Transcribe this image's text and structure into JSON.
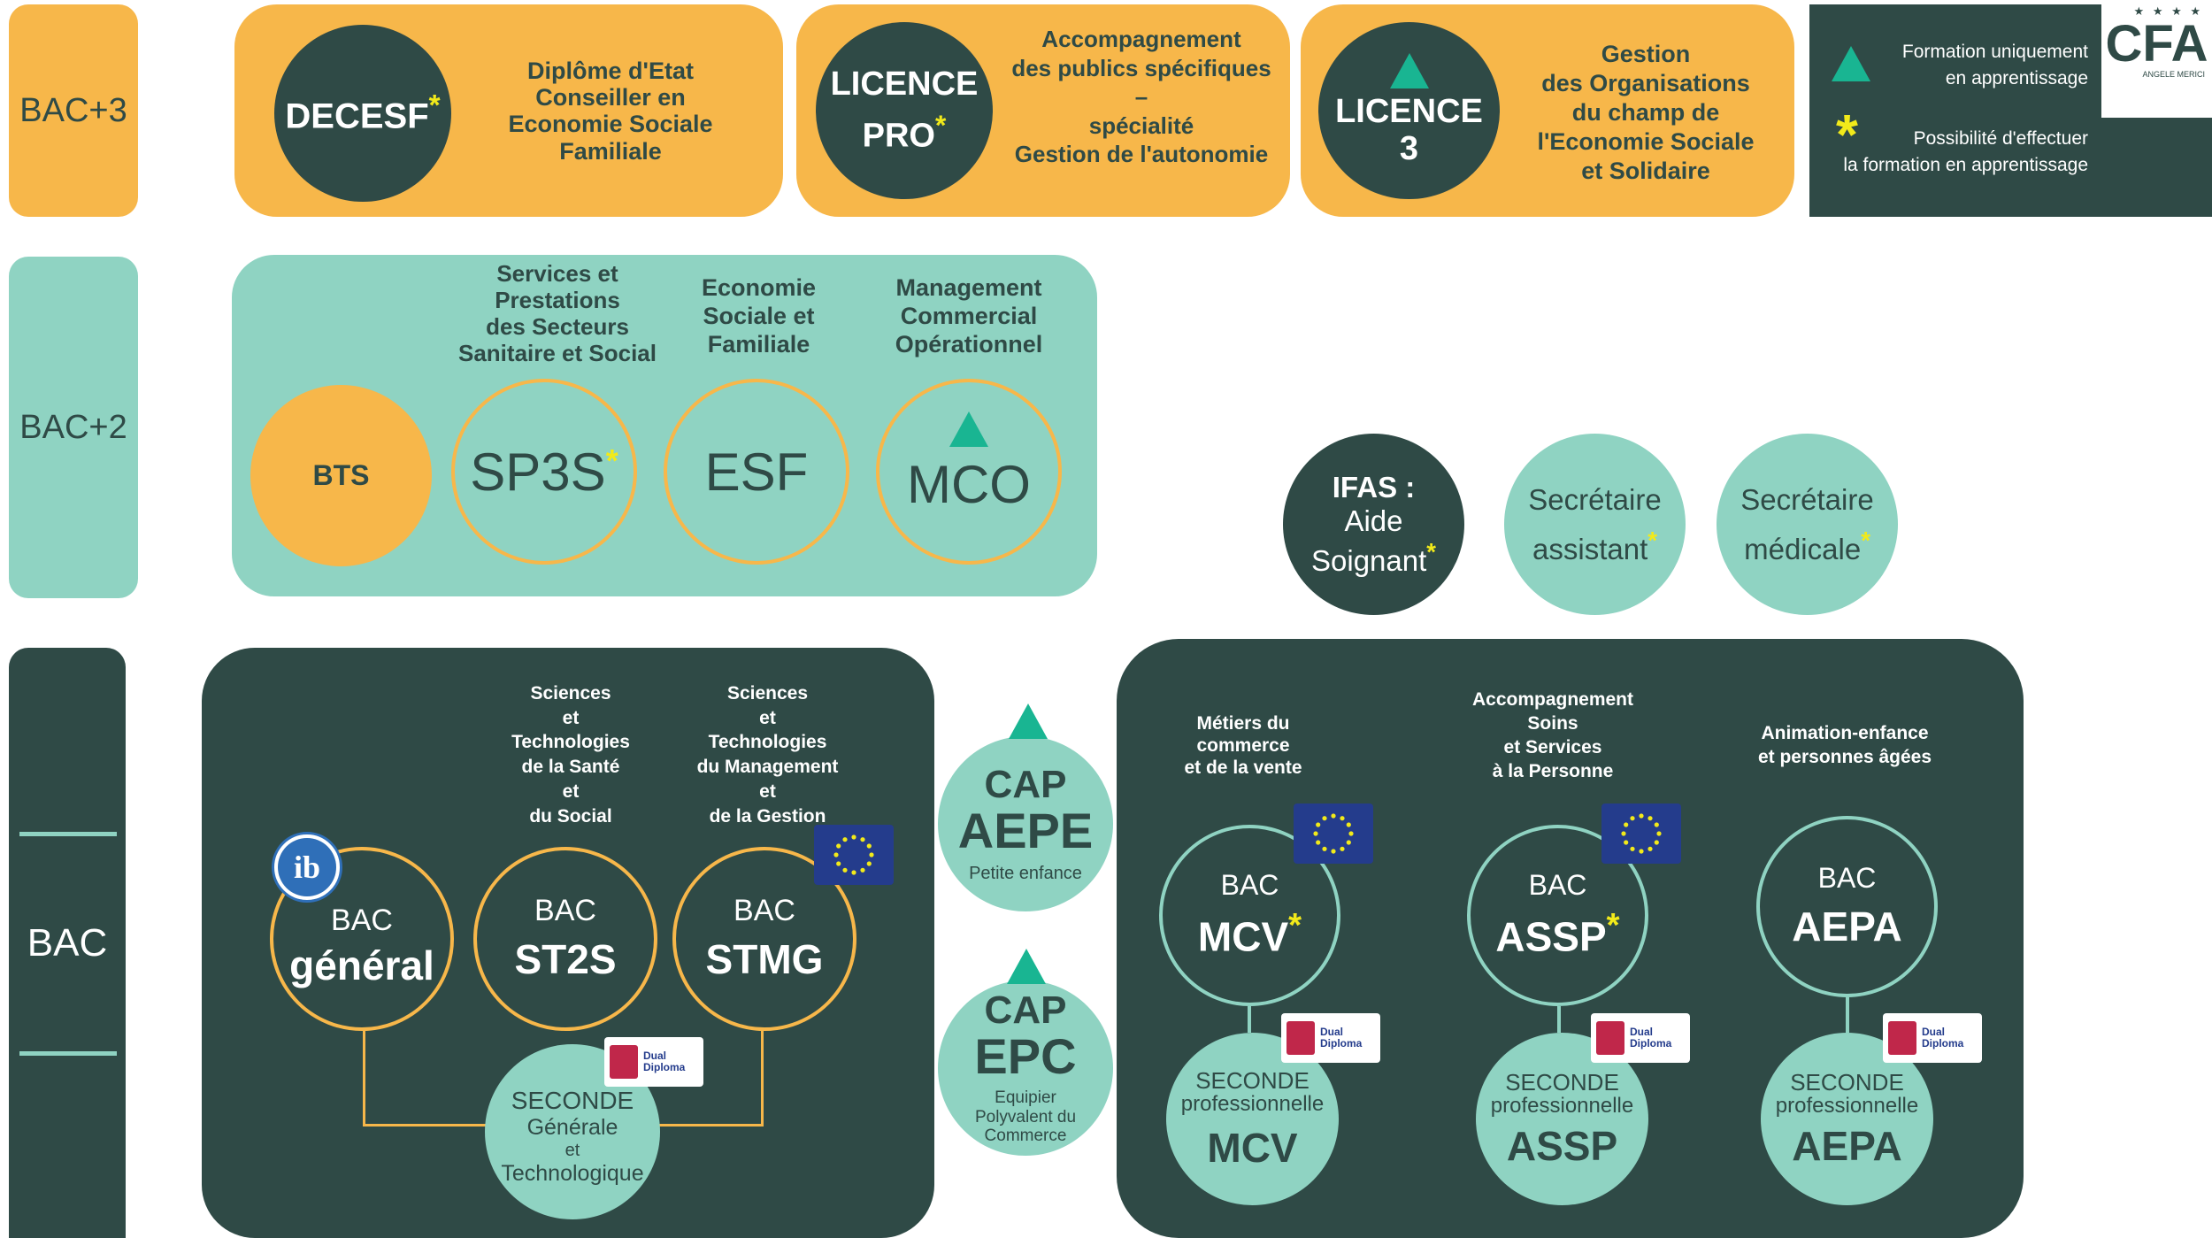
{
  "levels": {
    "bac3": "BAC+3",
    "bac2": "BAC+2",
    "bac": "BAC"
  },
  "bac3": {
    "decesf": {
      "name": "DECESF",
      "desc": [
        "Diplôme d'Etat",
        "Conseiller en",
        "Economie Sociale",
        "Familiale"
      ]
    },
    "licence_pro": {
      "line1": "LICENCE",
      "line2": "PRO",
      "desc": [
        "Accompagnement",
        "des publics spécifiques",
        "–",
        "spécialité",
        "Gestion de l'autonomie"
      ]
    },
    "licence3": {
      "line1": "LICENCE",
      "line2": "3",
      "desc": [
        "Gestion",
        "des Organisations",
        "du champ de",
        "l'Economie Sociale",
        "et Solidaire"
      ]
    }
  },
  "legend": {
    "triangle_text": [
      "Formation uniquement",
      "en apprentissage"
    ],
    "star_text": [
      "Possibilité d'effectuer",
      "la formation en apprentissage"
    ],
    "cfa_logo": "CFA",
    "cfa_sub": "ANGELE MERICI"
  },
  "bac2": {
    "bts": "BTS",
    "sp3s": {
      "name": "SP3S",
      "desc": [
        "Services et",
        "Prestations",
        "des Secteurs",
        "Sanitaire et Social"
      ]
    },
    "esf": {
      "name": "ESF",
      "desc": [
        "Economie",
        "Sociale et",
        "Familiale"
      ]
    },
    "mco": {
      "name": "MCO",
      "desc": [
        "Management",
        "Commercial",
        "Opérationnel"
      ]
    }
  },
  "mid": {
    "ifas": [
      "IFAS :",
      "Aide",
      "Soignant"
    ],
    "sec_assistant": [
      "Secrétaire",
      "assistant"
    ],
    "sec_medicale": [
      "Secrétaire",
      "médicale"
    ]
  },
  "star_symbol": "*",
  "bac_general": {
    "ib": "ib",
    "general": {
      "top": "BAC",
      "name": "général"
    },
    "st2s": {
      "top": "BAC",
      "name": "ST2S",
      "desc": [
        "Sciences",
        "et",
        "Technologies",
        "de la Santé",
        "et",
        "du Social"
      ]
    },
    "stmg": {
      "top": "BAC",
      "name": "STMG",
      "desc": [
        "Sciences",
        "et",
        "Technologies",
        "du Management",
        "et",
        "de la Gestion"
      ]
    },
    "seconde": [
      "SECONDE",
      "Générale",
      "et",
      "Technologique"
    ]
  },
  "cap": {
    "aepe": {
      "top": "CAP",
      "name": "AEPE",
      "sub": "Petite enfance"
    },
    "epc": {
      "top": "CAP",
      "name": "EPC",
      "sub": [
        "Equipier",
        "Polyvalent du",
        "Commerce"
      ]
    }
  },
  "bac_pro": {
    "mcv": {
      "desc": [
        "Métiers du",
        "commerce",
        "et de la vente"
      ],
      "top": "BAC",
      "name": "MCV",
      "seconde": [
        "SECONDE",
        "professionnelle"
      ],
      "seconde_name": "MCV"
    },
    "assp": {
      "desc": [
        "Accompagnement",
        "Soins",
        "et Services",
        "à la Personne"
      ],
      "top": "BAC",
      "name": "ASSP",
      "seconde": [
        "SECONDE",
        "professionnelle"
      ],
      "seconde_name": "ASSP"
    },
    "aepa": {
      "desc": [
        "Animation-enfance",
        "et personnes âgées"
      ],
      "top": "BAC",
      "name": "AEPA",
      "seconde": [
        "SECONDE",
        "professionnelle"
      ],
      "seconde_name": "AEPA"
    }
  },
  "dual_label": [
    "Dual",
    "Diploma"
  ],
  "colors": {
    "orange": "#f7b74a",
    "mint": "#8fd3c2",
    "dark": "#2f4a46",
    "teal_triangle": "#19b592",
    "yellow_star": "#f2ea1a",
    "eu_blue": "#243c8c"
  }
}
